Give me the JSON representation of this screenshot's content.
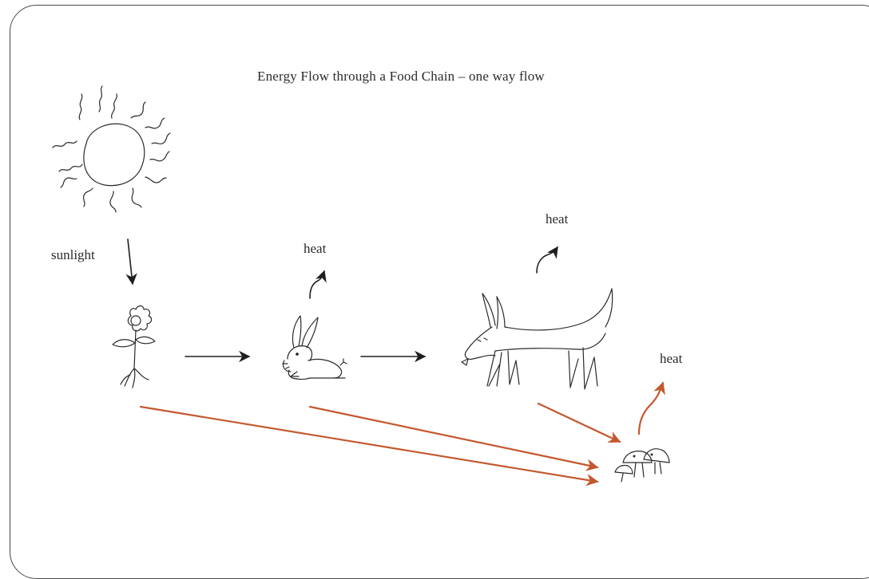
{
  "title": "Energy Flow through a Food Chain – one way flow",
  "labels": {
    "sunlight": "sunlight",
    "heat_rabbit": "heat",
    "heat_fox": "heat",
    "heat_decomposer": "heat"
  },
  "colors": {
    "ink": "#1e1e1e",
    "decomposer_arrow": "#c4582e",
    "frame": "#4a4a4a"
  },
  "icons": [
    "sun-icon",
    "flower-icon",
    "rabbit-icon",
    "fox-icon",
    "mushroom-icon"
  ]
}
